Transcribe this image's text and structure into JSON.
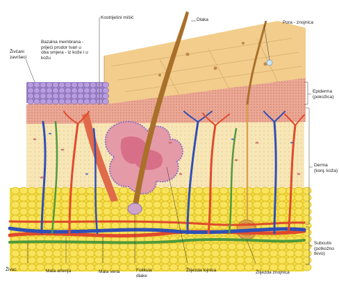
{
  "diagram": {
    "labels": {
      "kostrijesni_misic": "Kostriješni mišić",
      "dlaka": "Dlaka",
      "pora_znojnica": "Pora - znojnica",
      "zivcani_zavrseci": [
        "Živčani",
        "završeci"
      ],
      "bazalna_membrana": [
        "Bazalna membrana -",
        "prijeći prodor tvari u",
        "oba smjera - iz kože i u",
        "kožu"
      ],
      "epiderma": [
        "Epiderma",
        "(pokožica)"
      ],
      "derma": [
        "Derma",
        "(konj. koža)"
      ],
      "subcutis": [
        "Subcutis",
        "(potkožno",
        "tkivo)"
      ],
      "zivac": "Živac",
      "mala_arterija": "Mala arterija",
      "mala_vena": "Mala vena",
      "folikula_dlake": [
        "Folikula",
        "dlake"
      ],
      "zlijezda_lojnica": "Žlijezda lojnica",
      "zlijezda_znojnica": "Žlijezda znojnica"
    },
    "colors": {
      "epidermis_top": "#f2cd8c",
      "epidermis_side": "#eeb6a6",
      "dermis": "#f7e6b6",
      "fat": "#f3dc3c",
      "artery": "#e04a2c",
      "vein": "#2f4fb6",
      "nerve": "#4f9a3a",
      "hair": "#a9702a",
      "gland": "#e59aa8",
      "basal_cells": "#9a7fc4"
    }
  }
}
